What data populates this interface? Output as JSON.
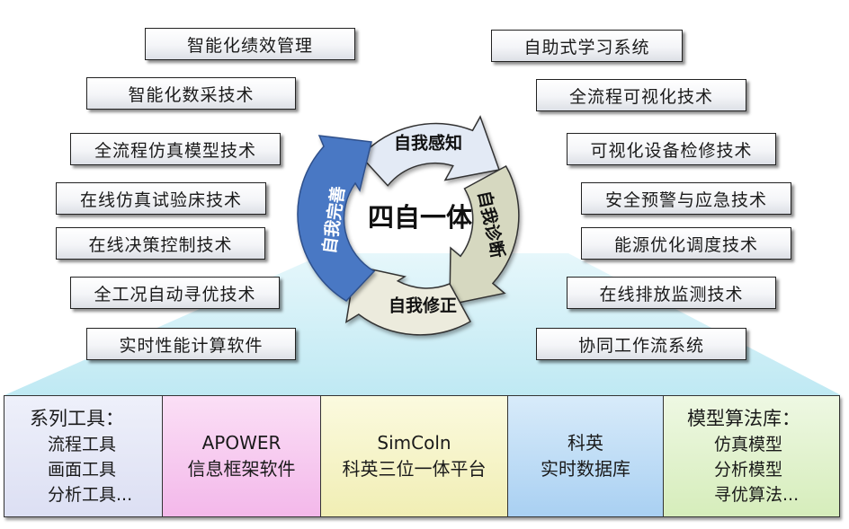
{
  "left_items": [
    "智能化绩效管理",
    "智能化数采技术",
    "全流程仿真模型技术",
    "在线仿真试验床技术",
    "在线决策控制技术",
    "全工况自动寻优技术",
    "实时性能计算软件"
  ],
  "right_items": [
    "自助式学习系统",
    "全流程可视化技术",
    "可视化设备检修技术",
    "安全预警与应急技术",
    "能源优化调度技术",
    "在线排放监测技术",
    "协同工作流系统"
  ],
  "cycle": {
    "center": "四自一体",
    "top": "自我感知",
    "right": "自我诊断",
    "bottom": "自我修正",
    "left": "自我完善"
  },
  "platform": [
    {
      "head": "系列工具：",
      "subs": [
        "流程工具",
        "画面工具",
        "分析工具..."
      ]
    },
    {
      "lines": [
        "APOWER",
        "信息框架软件"
      ]
    },
    {
      "lines": [
        "SimColn",
        "科英三位一体平台"
      ]
    },
    {
      "lines": [
        "科英",
        "实时数据库"
      ]
    },
    {
      "head": "模型算法库：",
      "subs": [
        "仿真模型",
        "分析模型",
        "寻优算法..."
      ]
    }
  ],
  "colors": {
    "arrow_blue": "#4a78c4",
    "arrow_light": "#e3eaf5",
    "arrow_khaki": "#d6d8c0",
    "arrow_beige": "#ecebdd",
    "cone": "#cdeef5",
    "col1": "#e3e5f7",
    "col2": "#f7c9f0",
    "col3": "#f6f4c8",
    "col4": "#bfdcf5",
    "col5": "#e4f3cf"
  }
}
